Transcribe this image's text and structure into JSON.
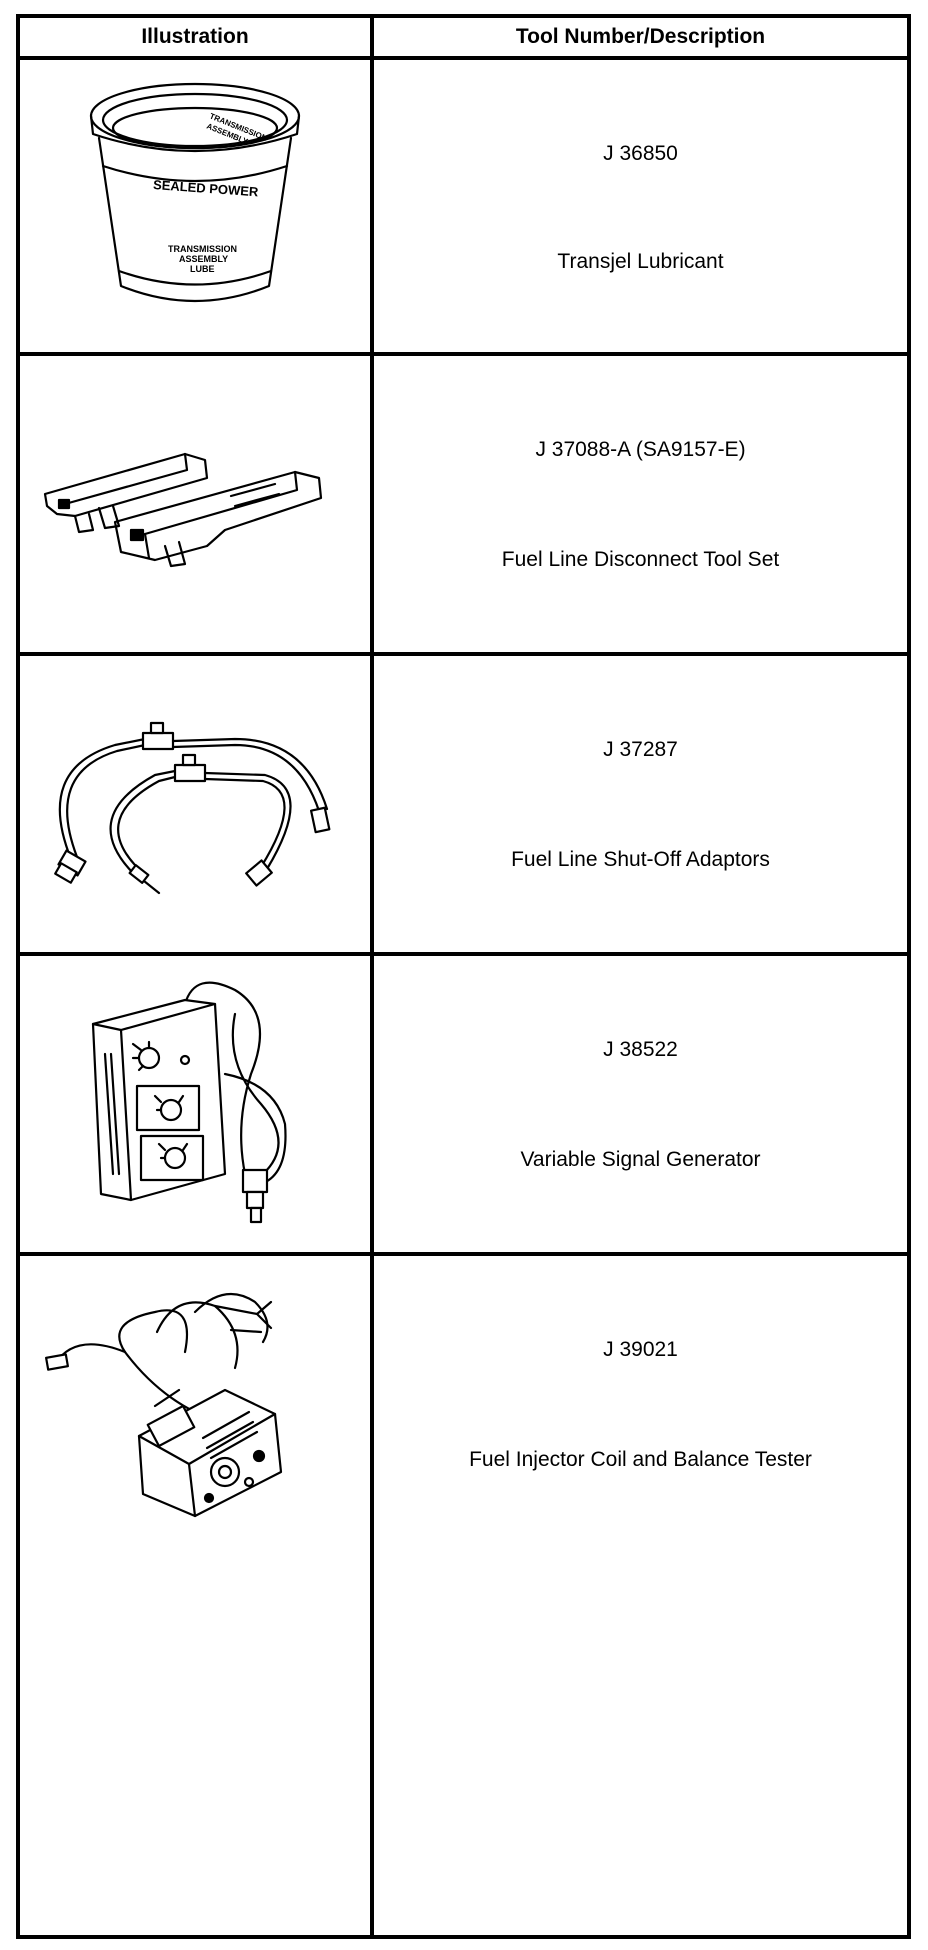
{
  "header": {
    "illustration": "Illustration",
    "tool": "Tool Number/Description"
  },
  "rows": [
    {
      "number": "J 36850",
      "description": "Transjel Lubricant",
      "icon": "lubricant-tub-icon",
      "label_line1": "SEALED POWER",
      "label_line2": "TRANSMISSION",
      "label_line3": "ASSEMBLY",
      "label_line4": "LUBE"
    },
    {
      "number": "J 37088-A (SA9157-E)",
      "description": "Fuel Line Disconnect Tool Set",
      "icon": "disconnect-tool-set-icon"
    },
    {
      "number": "J 37287",
      "description": "Fuel Line Shut-Off Adaptors",
      "icon": "shut-off-adaptors-icon"
    },
    {
      "number": "J 38522",
      "description": "Variable Signal Generator",
      "icon": "signal-generator-icon"
    },
    {
      "number": "J 39021",
      "description": "Fuel Injector Coil and Balance Tester",
      "icon": "injector-tester-icon"
    }
  ]
}
